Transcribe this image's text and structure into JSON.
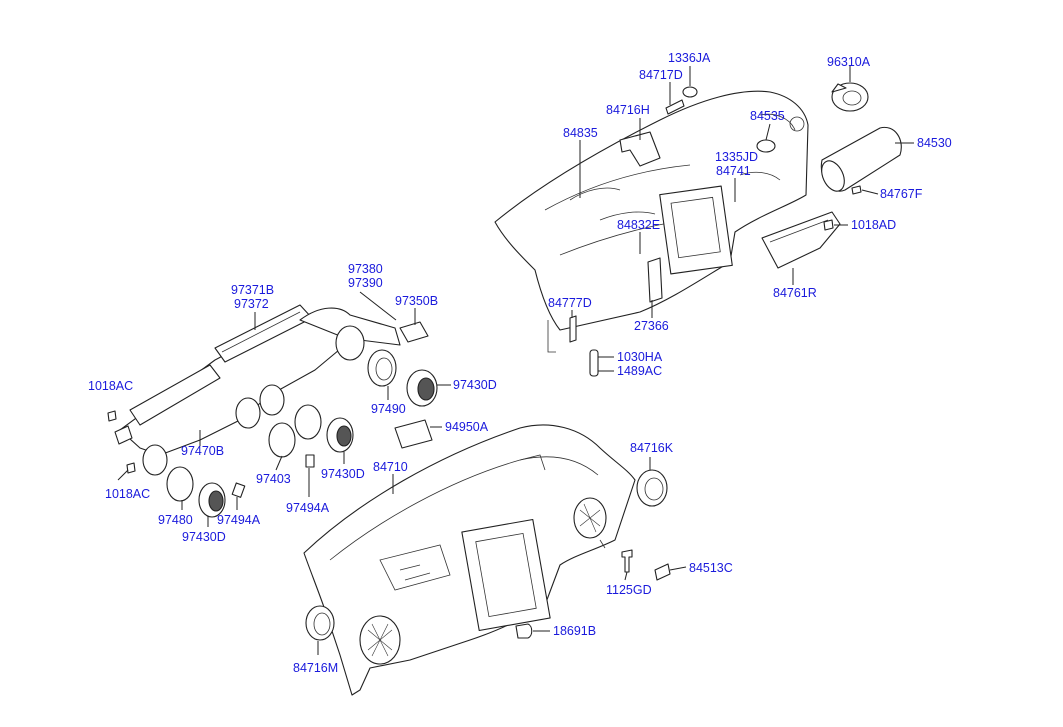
{
  "colors": {
    "label": "#1a1adc",
    "line": "#222222",
    "background": "#ffffff"
  },
  "labels": {
    "p1336JA": "1336JA",
    "p84717D": "84717D",
    "p96310A": "96310A",
    "p84716H": "84716H",
    "p84535": "84535",
    "p84835": "84835",
    "p84530": "84530",
    "p1335JD": "1335JD",
    "p84741": "84741",
    "p84767F": "84767F",
    "p84832E": "84832E",
    "p1018AD": "1018AD",
    "p97380": "97380",
    "p97390": "97390",
    "p97371B": "97371B",
    "p97372": "97372",
    "p97350B": "97350B",
    "p84777D": "84777D",
    "p84761R": "84761R",
    "p27366": "27366",
    "p1030HA": "1030HA",
    "p1489AC": "1489AC",
    "p1018AC_top": "1018AC",
    "p97430D_a": "97430D",
    "p97490": "97490",
    "p94950A": "94950A",
    "p97470B": "97470B",
    "p84710": "84710",
    "p97403": "97403",
    "p97430D_b": "97430D",
    "p84716K": "84716K",
    "p1018AC_bot": "1018AC",
    "p97494A_a": "97494A",
    "p97480": "97480",
    "p97494A_b": "97494A",
    "p97430D_c": "97430D",
    "p1125GD": "1125GD",
    "p84513C": "84513C",
    "p18691B": "18691B",
    "p84716M": "84716M"
  }
}
